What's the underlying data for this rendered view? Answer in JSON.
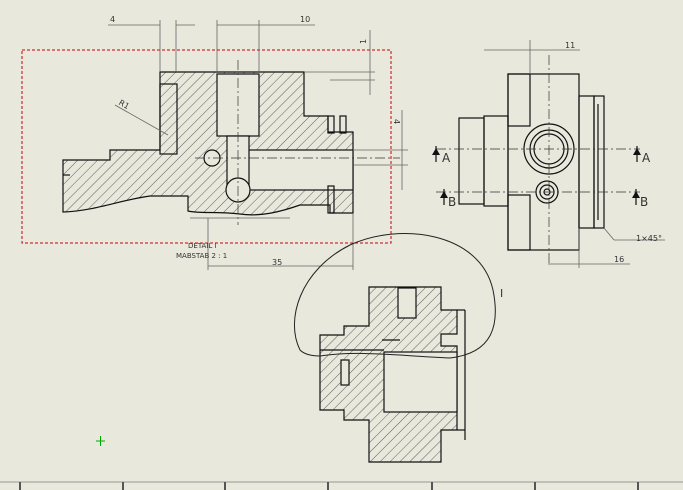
{
  "drawing": {
    "detail_title": "DETAIL I",
    "detail_scale": "MABSTAB 2 : 1",
    "detail_callout": "I",
    "section_a": "A",
    "section_b": "B",
    "dims": {
      "d_4_top": "4",
      "d_10_top": "10",
      "d_1_right": "1",
      "d_4_right": "4",
      "d_r1": "R1",
      "d_35": "35",
      "d_11": "11",
      "d_16": "16",
      "d_chamfer": "1×45°"
    }
  },
  "colors": {
    "background": "#e8e8dd",
    "detail_frame": "#cc0000",
    "cursor": "#00aa00"
  }
}
